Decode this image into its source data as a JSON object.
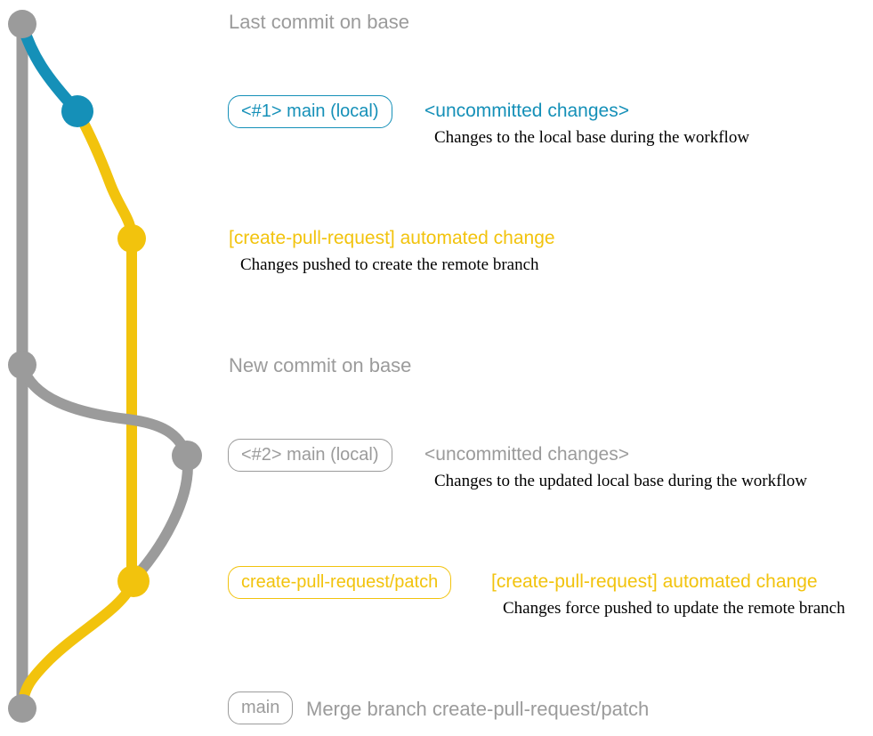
{
  "colors": {
    "base_gray": "#9b9b9b",
    "local_blue": "#1590b8",
    "remote_yellow": "#f2c30d",
    "description_black": "#000000",
    "background": "#ffffff"
  },
  "graph": {
    "branches": [
      {
        "name": "base",
        "color": "#9b9b9b"
      },
      {
        "name": "main (local)",
        "color": "#1590b8"
      },
      {
        "name": "create-pull-request/patch",
        "color": "#f2c30d"
      }
    ],
    "commits": [
      {
        "dot": "last-commit-on-base",
        "branch": "base"
      },
      {
        "dot": "local-main-commit-1",
        "branch": "main (local)"
      },
      {
        "dot": "remote-branch-created",
        "branch": "create-pull-request/patch"
      },
      {
        "dot": "new-commit-on-base",
        "branch": "base"
      },
      {
        "dot": "local-main-commit-2",
        "branch": "main (local)"
      },
      {
        "dot": "remote-branch-force-updated",
        "branch": "create-pull-request/patch"
      },
      {
        "dot": "merge-commit",
        "branch": "base"
      }
    ]
  },
  "annotations": {
    "row1": {
      "heading": "Last commit on base"
    },
    "row2": {
      "branch_label": "<#1> main (local)",
      "commit_message": "<uncommitted changes>",
      "description": "Changes to the local base during the workflow"
    },
    "row3": {
      "commit_message": "[create-pull-request] automated change",
      "description": "Changes pushed to create the remote branch"
    },
    "row4": {
      "heading": "New commit on base"
    },
    "row5": {
      "branch_label": "<#2> main (local)",
      "commit_message": "<uncommitted changes>",
      "description": "Changes to the updated local base during the workflow"
    },
    "row6": {
      "branch_label": "create-pull-request/patch",
      "commit_message": "[create-pull-request] automated change",
      "description": "Changes force pushed to update the remote branch"
    },
    "row7": {
      "branch_label": "main",
      "commit_message": "Merge branch create-pull-request/patch"
    }
  }
}
